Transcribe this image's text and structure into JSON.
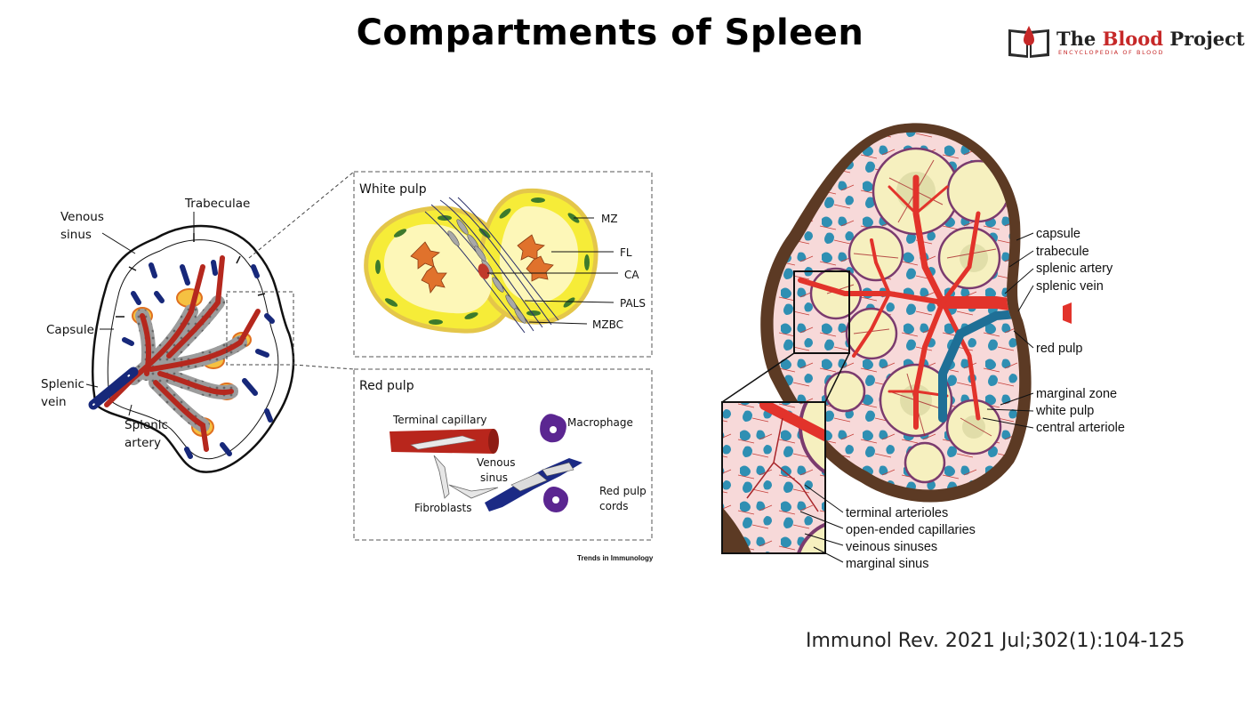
{
  "title": "Compartments of Spleen",
  "brand": {
    "name_part1": "The ",
    "name_accent": "Blood",
    "name_part2": " Project",
    "tagline": "ENCYCLOPEDIA OF BLOOD"
  },
  "citation": "Immunol Rev. 2021 Jul;302(1):104-125",
  "left_diagram": {
    "labels": {
      "trabeculae": "Trabeculae",
      "venous1": "Venous",
      "venous2": "sinus",
      "capsule": "Capsule",
      "splenic_vein1": "Splenic",
      "splenic_vein2": "vein",
      "splenic_artery1": "Splenic",
      "splenic_artery2": "artery"
    }
  },
  "white_pulp": {
    "title": "White pulp",
    "labels": [
      "MZ",
      "FL",
      "CA",
      "PALS",
      "MZBC"
    ]
  },
  "red_pulp": {
    "title": "Red pulp",
    "labels": {
      "terminal_capillary": "Terminal capillary",
      "macrophage": "Macrophage",
      "venous1": "Venous",
      "venous2": "sinus",
      "fibroblasts": "Fibroblasts",
      "cords1": "Red pulp",
      "cords2": "cords"
    },
    "source": "Trends in Immunology"
  },
  "right_diagram": {
    "labels": [
      "capsule",
      "trabecule",
      "splenic artery",
      "splenic vein",
      "red pulp",
      "marginal zone",
      "white pulp",
      "central arteriole"
    ],
    "inset_labels": [
      "terminal arterioles",
      "open-ended capillaries",
      "veinous sinuses",
      "marginal sinus"
    ]
  },
  "colors": {
    "artery": "#d9302a",
    "vein": "#1f6f96",
    "white_pulp": "#f6f0bf",
    "capsule": "#5c3a24",
    "red_pulp_bg": "#f7d9d9",
    "brand_red": "#c62828"
  }
}
